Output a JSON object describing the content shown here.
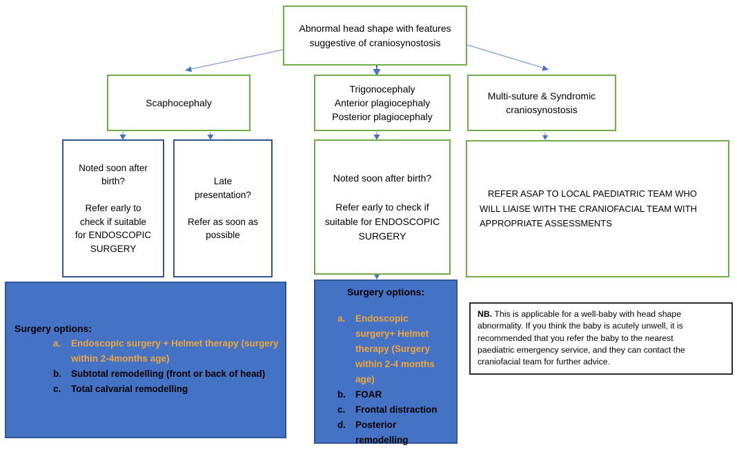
{
  "colors": {
    "green_border": "#70AD47",
    "blue_box_border": "#2F5597",
    "blue_fill": "#4472C4",
    "orange_highlight": "#EFA63C",
    "arrow_blue": "#4472C4"
  },
  "boxes": {
    "root": "Abnormal head shape with features\nsuggestive of craniosynostosis",
    "scaphocephaly": "Scaphocephaly",
    "trigonocephaly": "Trigonocephaly\nAnterior plagiocephaly\nPosterior plagiocephaly",
    "multisuture": "Multi-suture & Syndromic\ncraniosynostosis",
    "noted_left": "Noted soon after\nbirth?\n\nRefer early to\ncheck if suitable\nfor ENDOSCOPIC\nSURGERY",
    "late": "Late\npresentation?\n\nRefer as soon as\npossible",
    "noted_mid": "Noted soon after birth?\n\nRefer early to check if\nsuitable for ENDOSCOPIC\nSURGERY",
    "refer_asap": "REFER ASAP TO LOCAL PAEDIATRIC TEAM WHO\nWILL LIAISE WITH THE CRANIOFACIAL TEAM WITH\nAPPROPRIATE ASSESSMENTS"
  },
  "surgery_left": {
    "heading": "Surgery options:",
    "items": [
      {
        "marker": "a.",
        "text": "Endoscopic surgery + Helmet therapy (surgery\nwithin 2-4months age)",
        "highlight": true
      },
      {
        "marker": "b.",
        "text": "Subtotal remodelling (front or back of head)",
        "highlight": false
      },
      {
        "marker": "c.",
        "text": "Total calvarial remodelling",
        "highlight": false
      }
    ]
  },
  "surgery_mid": {
    "heading": "Surgery options:",
    "items": [
      {
        "marker": "a.",
        "text": "Endoscopic\nsurgery+ Helmet\ntherapy (Surgery\nwithin 2-4 months\nage)",
        "highlight": true
      },
      {
        "marker": "b.",
        "text": "FOAR",
        "highlight": false
      },
      {
        "marker": "c.",
        "text": "Frontal distraction",
        "highlight": false
      },
      {
        "marker": "d.",
        "text": "Posterior\nremodelling",
        "highlight": false
      }
    ]
  },
  "note": {
    "prefix": "NB.",
    "text": " This is applicable for a well-baby with head shape\nabnormality. If you think the baby is acutely unwell, it is\nrecommended that you refer the baby to the nearest\npaediatric emergency service, and they can contact the\ncraniofacial team for further advice."
  }
}
